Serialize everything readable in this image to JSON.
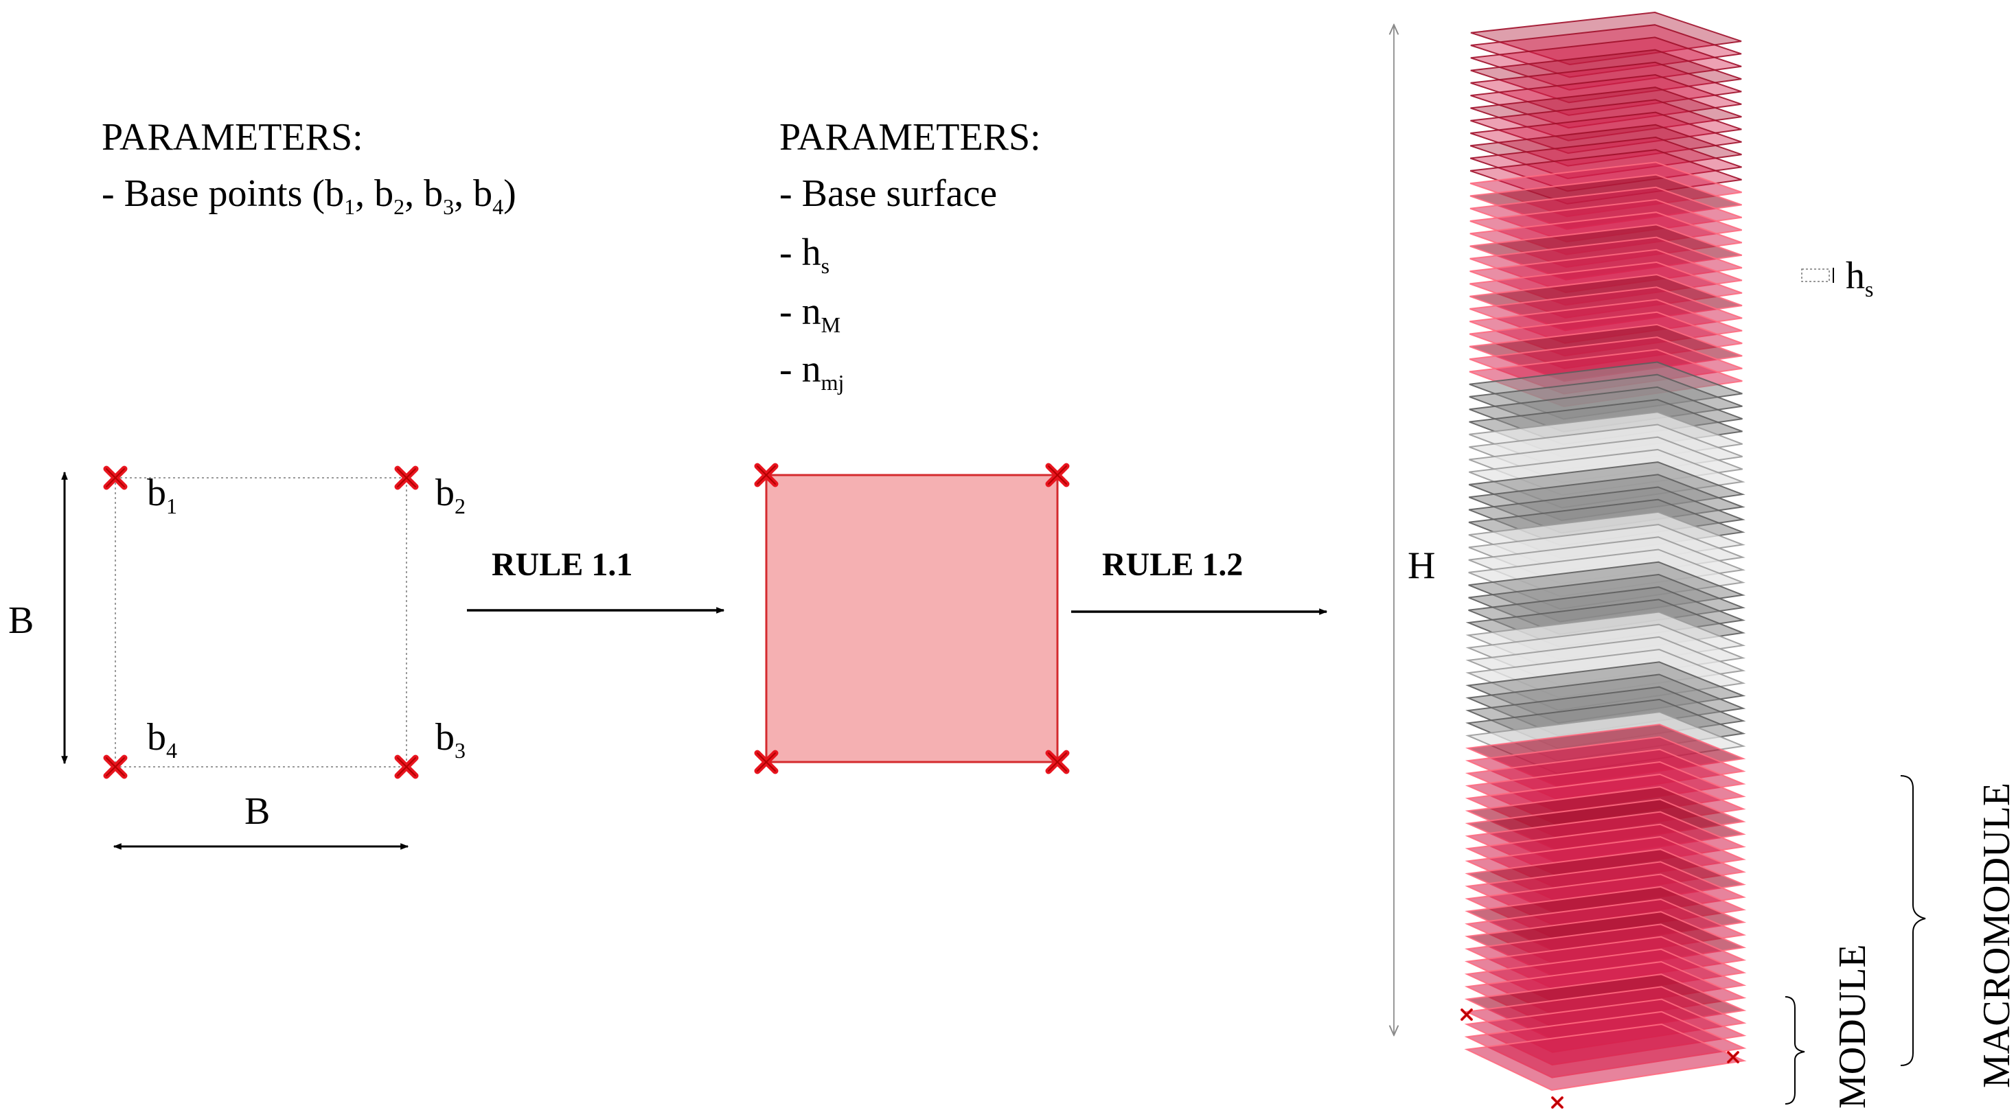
{
  "panel1": {
    "params_title": "PARAMETERS:",
    "param_line_prefix": "- Base points (b",
    "param_b1_sub": "1",
    "param_sep": ", b",
    "param_b2_sub": "2",
    "param_b3_sub": "3",
    "param_b4_sub": "4",
    "param_close": ")",
    "corner_letter": "b",
    "corner_subs": [
      "1",
      "2",
      "3",
      "4"
    ],
    "dim_vertical": "B",
    "dim_horizontal": "B"
  },
  "arrow1": {
    "label": "RULE 1.1"
  },
  "panel2": {
    "params_title": "PARAMETERS:",
    "params": [
      {
        "base": "- Base surface",
        "sub": ""
      },
      {
        "base": "- h",
        "sub": "s"
      },
      {
        "base": "- n",
        "sub": "M"
      },
      {
        "base": "- n",
        "sub": "mj"
      }
    ]
  },
  "arrow2": {
    "label": "RULE 1.2"
  },
  "tower": {
    "height_label": "H",
    "spacing_base": "h",
    "spacing_sub": "s",
    "module_label": "MODULE",
    "macromodule_label": "MACROMODULE"
  },
  "colors": {
    "marker_red": "#e8141e",
    "surface_fill": "#f5b0b2",
    "surface_edge": "#d42a2e",
    "slab_red": "#d41e4b",
    "slab_red_edge": "#ff6a80",
    "slab_gray": "#8c8c8c",
    "slab_light": "#e6e6e6"
  }
}
